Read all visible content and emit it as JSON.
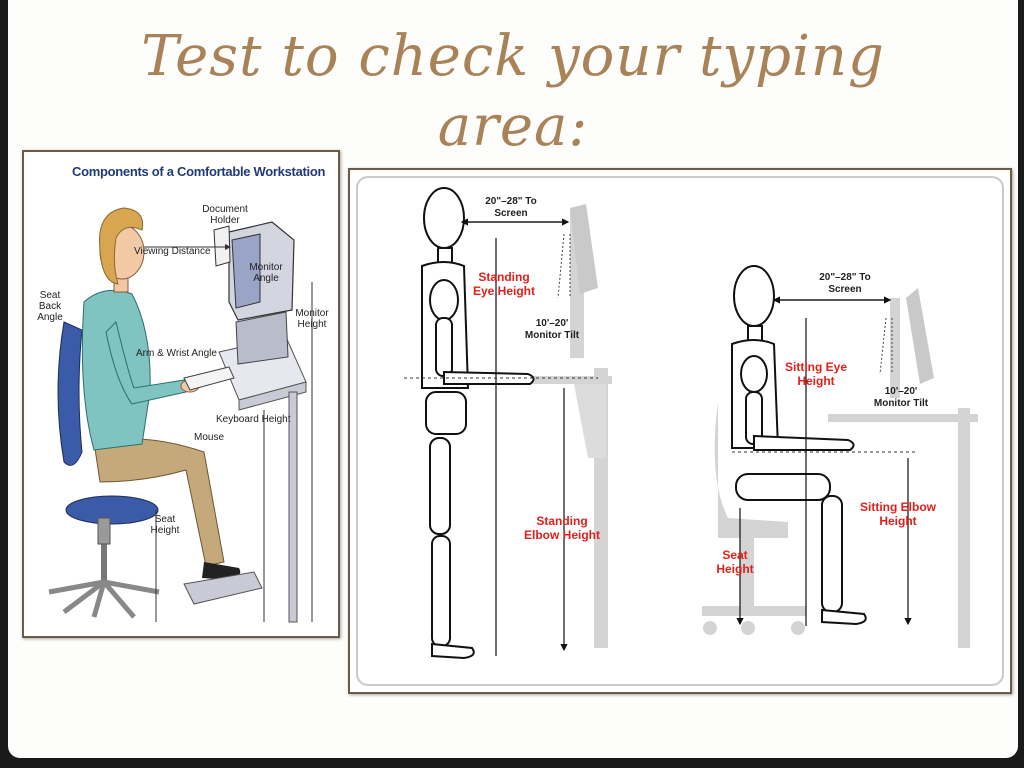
{
  "slide": {
    "title_line1": "Test to check your typing",
    "title_line2": "area:"
  },
  "left_figure": {
    "heading": "Components of a Comfortable Workstation",
    "labels": {
      "document_holder": "Document Holder",
      "viewing_distance": "Viewing Distance",
      "monitor_angle": "Monitor Angle",
      "monitor_height": "Monitor Height",
      "seat_back_angle": "Seat Back Angle",
      "arm_wrist_angle": "Arm & Wrist Angle",
      "keyboard_height": "Keyboard Height",
      "mouse": "Mouse",
      "seat_height": "Seat Height"
    }
  },
  "right_figure": {
    "standing": {
      "distance": "20\"–28\" To Screen",
      "eye_height": "Standing Eye Height",
      "monitor_tilt": "10'–20' Monitor Tilt",
      "elbow_height": "Standing Elbow Height"
    },
    "sitting": {
      "distance": "20\"–28\" To Screen",
      "eye_height": "Sitting Eye Height",
      "monitor_tilt": "10'–20' Monitor Tilt",
      "elbow_height": "Sitting Elbow Height",
      "seat_height": "Seat Height"
    }
  },
  "colors": {
    "title": "#a98257",
    "heading_blue": "#233a78",
    "label_red": "#e0201a",
    "frame": "#6b5a44"
  }
}
